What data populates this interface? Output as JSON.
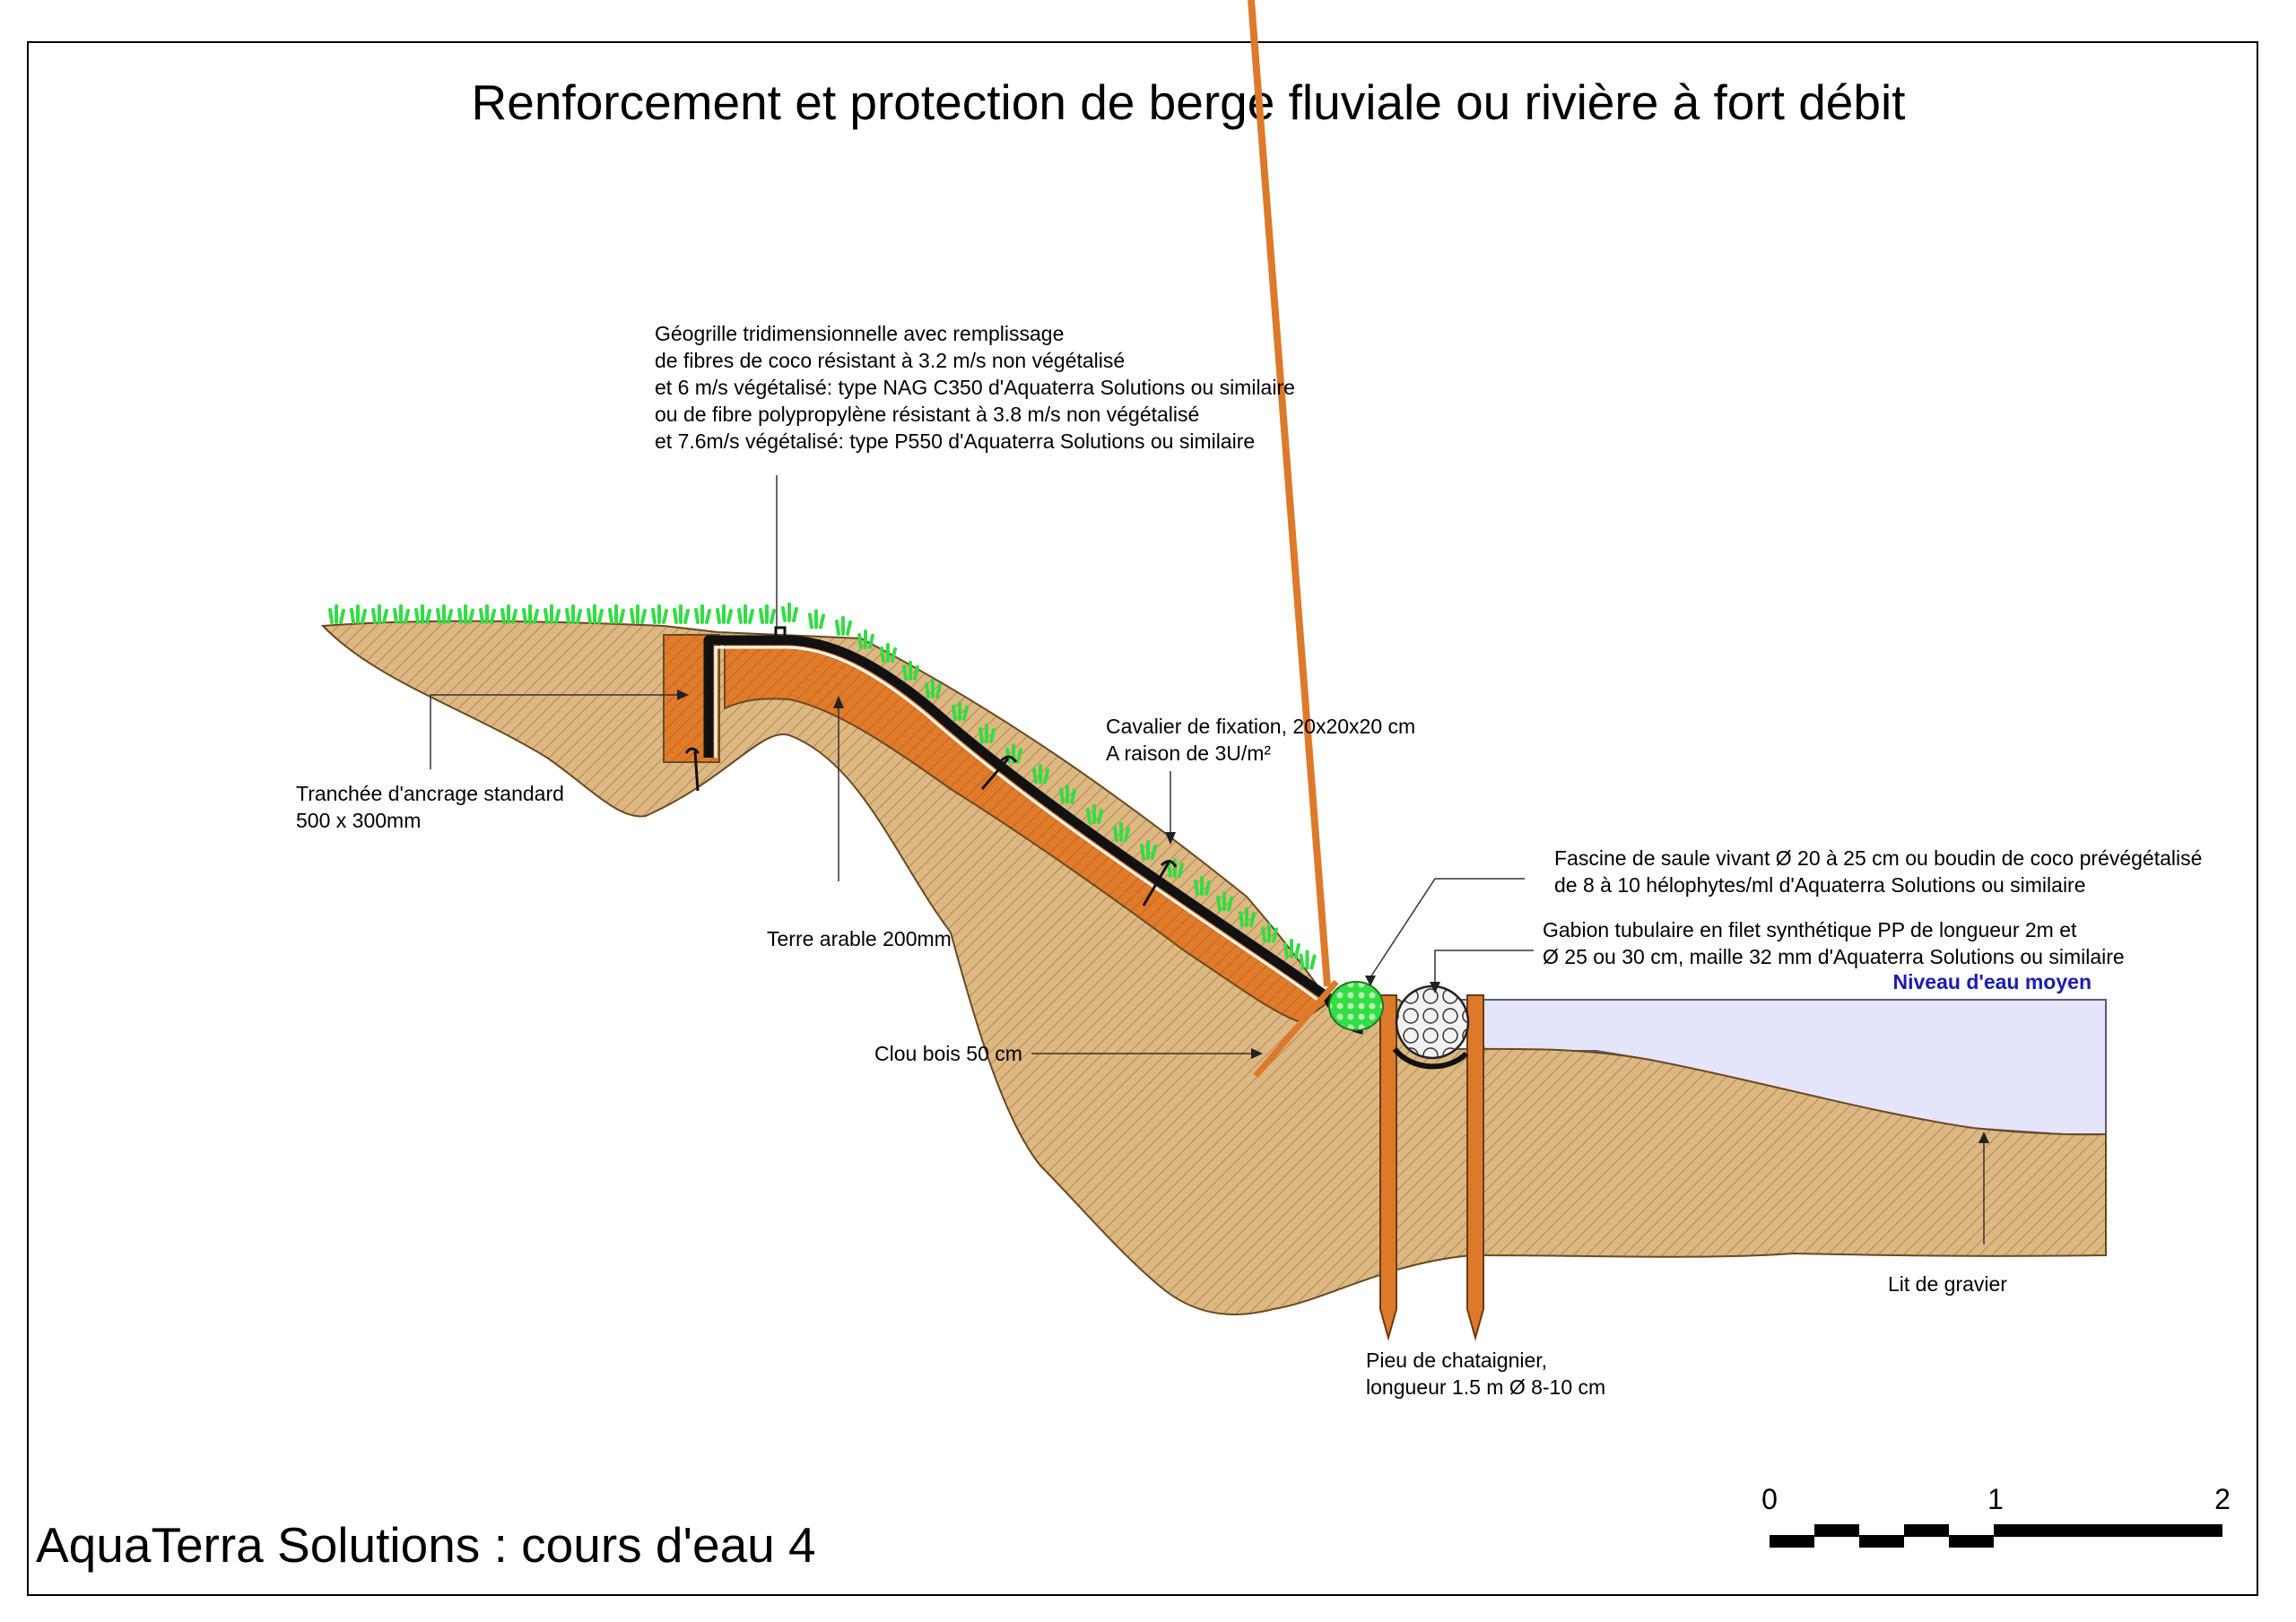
{
  "title": "Renforcement et protection de berge fluviale ou rivière à fort débit",
  "brand": "AquaTerra Solutions : cours d'eau 4",
  "labels": {
    "geogrille": [
      "Géogrille tridimensionnelle avec remplissage",
      "de fibres de coco résistant à 3.2 m/s non végétalisé",
      "et 6 m/s végétalisé: type NAG C350 d'Aquaterra Solutions  ou similaire",
      "ou de fibre polypropylène résistant à 3.8 m/s non végétalisé",
      "et 7.6m/s végétalisé: type P550 d'Aquaterra Solutions  ou similaire"
    ],
    "cavalier": [
      "Cavalier de fixation, 20x20x20 cm",
      "A raison de 3U/m²"
    ],
    "tranchee": [
      "Tranchée d'ancrage standard",
      "500 x 300mm"
    ],
    "terre": "Terre arable 200mm",
    "fascine": [
      "Fascine de saule vivant Ø 20 à 25 cm ou boudin de coco prévégétalisé",
      "de 8 à 10 hélophytes/ml d'Aquaterra Solutions  ou similaire"
    ],
    "gabion": [
      "Gabion tubulaire en filet synthétique PP de longueur 2m et",
      "Ø 25 ou 30 cm, maille 32 mm d'Aquaterra Solutions  ou similaire"
    ],
    "niveau": "Niveau d'eau moyen",
    "clou": "Clou bois 50 cm",
    "gravier": "Lit de gravier",
    "pieu": [
      "Pieu de chataignier,",
      "longueur 1.5 m Ø 8-10 cm"
    ]
  },
  "scale": {
    "ticks": [
      "0",
      "1",
      "2"
    ]
  },
  "colors": {
    "soil": "#ddb882",
    "soil_hatch": "#a67c48",
    "topsoil": "#e07b2a",
    "geogrid": "#111111",
    "grass": "#33dd44",
    "water": "#e4e4fa",
    "water_label": "#1a1ab4",
    "stake": "#dd7a2a"
  }
}
